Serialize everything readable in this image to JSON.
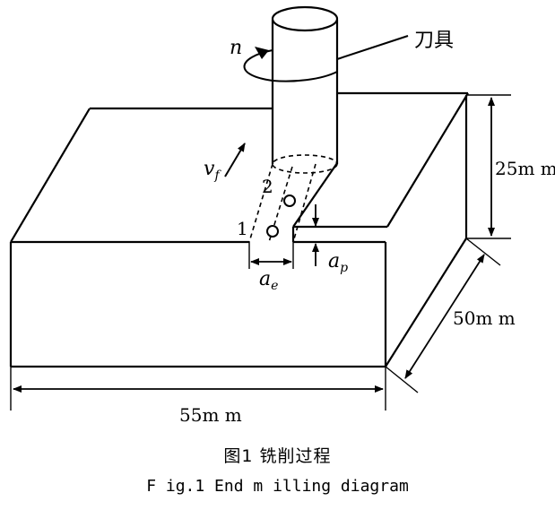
{
  "figure": {
    "labels": {
      "rotation": "n",
      "tool": "刀具",
      "feed": "v",
      "feed_sub": "f",
      "point_2": "2",
      "point_1": "1",
      "width_cut": "a",
      "width_cut_sub": "e",
      "depth_cut": "a",
      "depth_cut_sub": "p"
    },
    "dimensions": {
      "height": "25m m",
      "depth": "50m m",
      "length": "55m m"
    }
  },
  "caption": {
    "chinese": "图1   铣削过程",
    "english": "F ig.1   End m illing diagram"
  }
}
